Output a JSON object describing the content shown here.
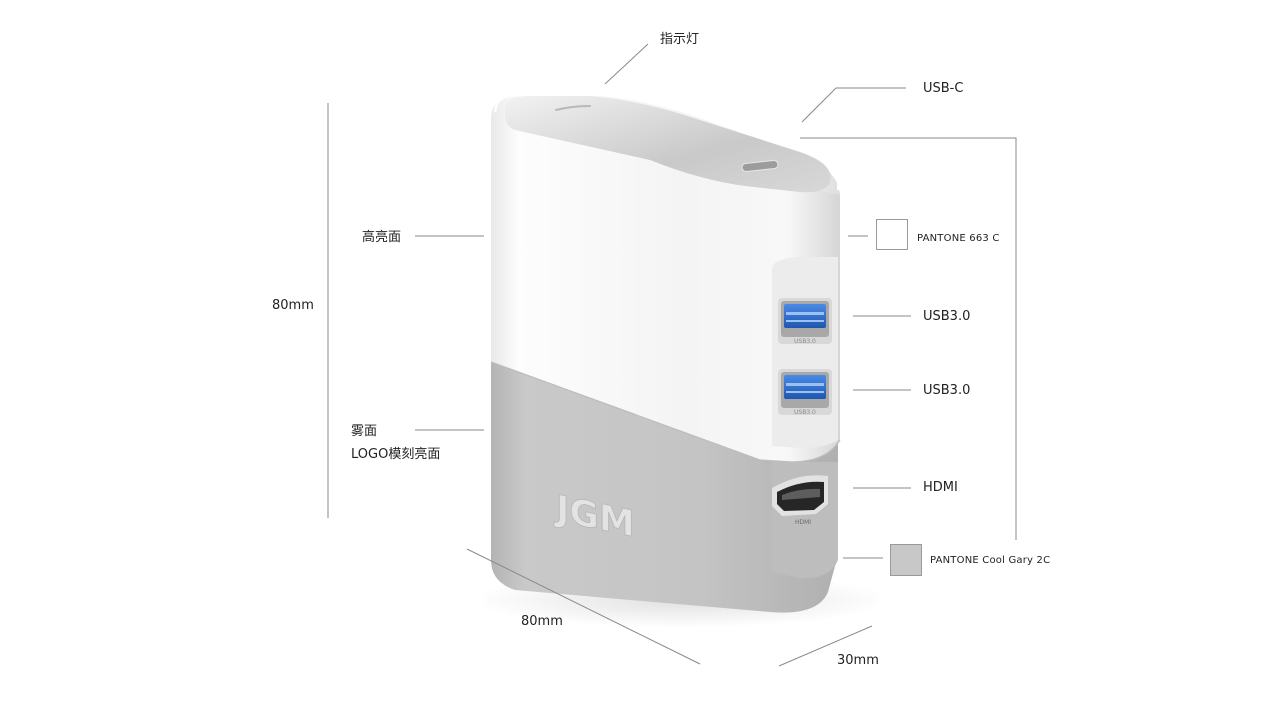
{
  "annotations": {
    "indicator_light": "指示灯",
    "usb_c": "USB-C",
    "high_gloss": "高亮面",
    "matte": "雾面",
    "logo_gloss": "LOGO模刻亮面",
    "pantone_white": "PANTONE 663 C",
    "usb3_top": "USB3.0",
    "usb3_bottom": "USB3.0",
    "hdmi": "HDMI",
    "pantone_gray": "PANTONE Cool Gary 2C"
  },
  "dimensions": {
    "height": "80mm",
    "width": "80mm",
    "depth": "30mm"
  },
  "product": {
    "logo": "JGM",
    "port_usb_text": "USB3.0",
    "port_hdmi_text": "HDMI"
  },
  "colors": {
    "body_white": "#f6f6f6",
    "body_gray": "#c2c2c2",
    "swatch_white": "#ffffff",
    "swatch_gray": "#c8c8c8",
    "usb_blue": "#2f6fcf",
    "leader_line": "#8a8a8a"
  }
}
